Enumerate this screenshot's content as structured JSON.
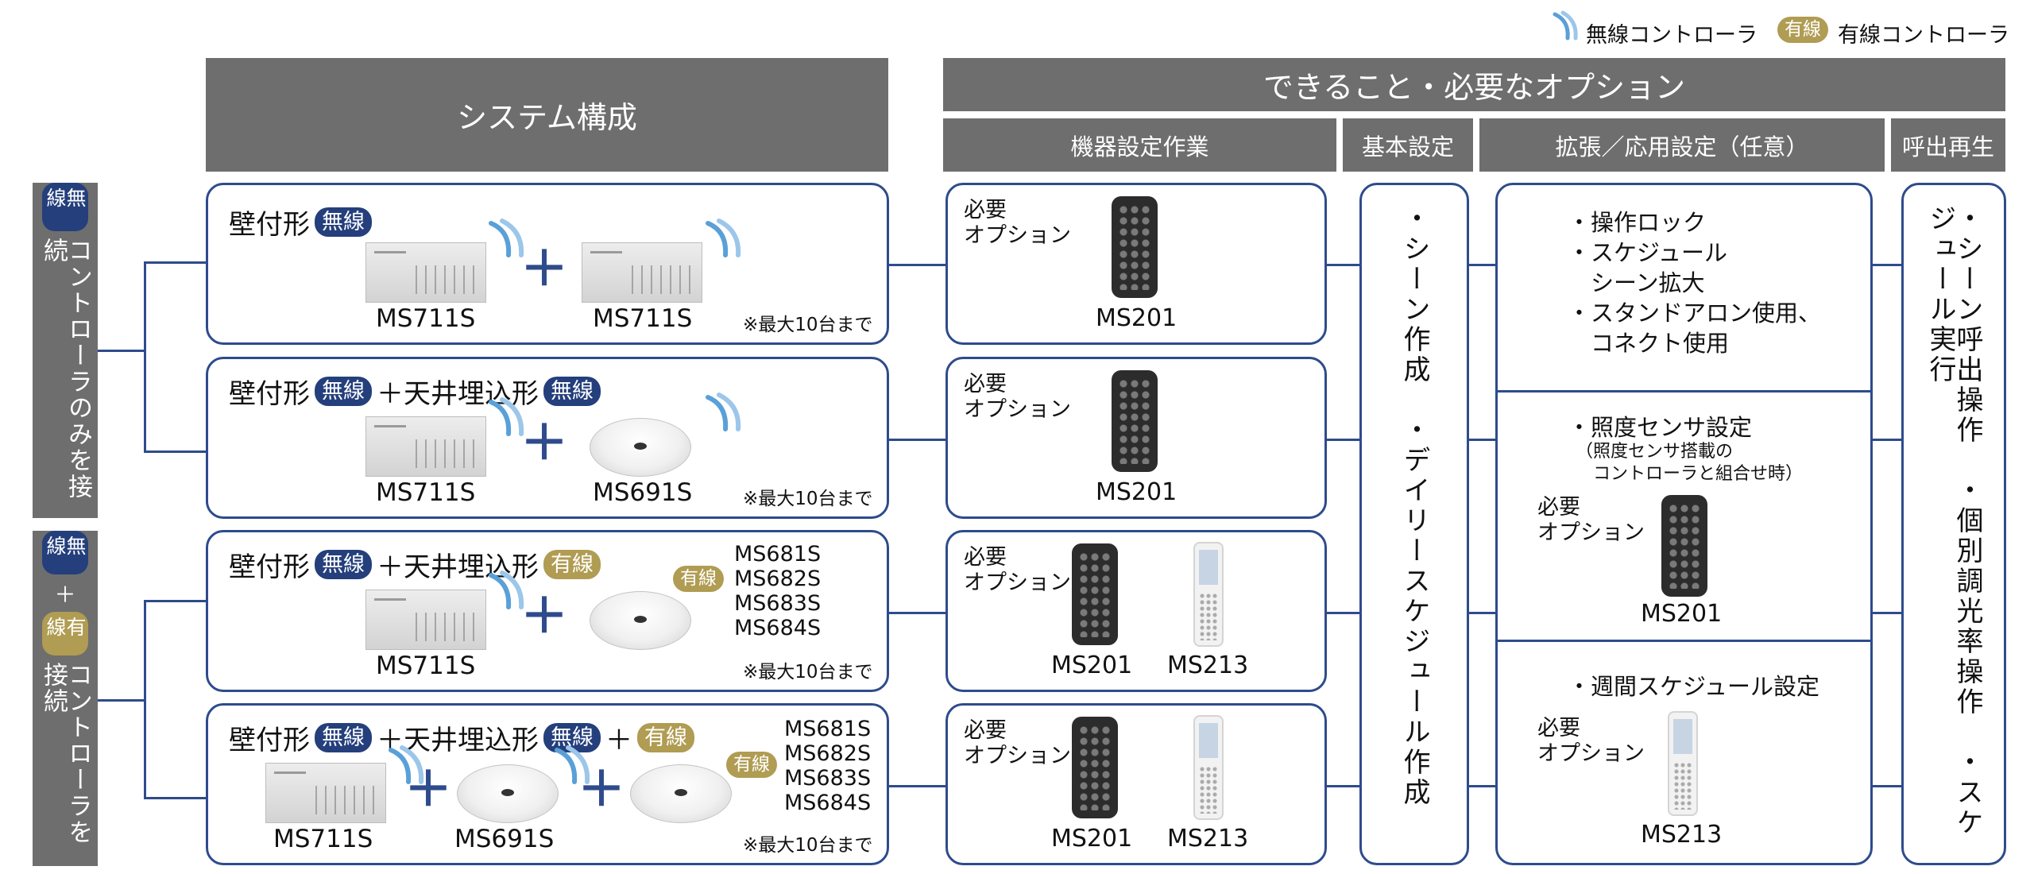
{
  "legend": {
    "wireless_label": "無線コントローラ",
    "wired_badge": "有線",
    "wired_label": "有線コントローラ"
  },
  "headers": {
    "system": "システム構成",
    "capabilities": "できること・必要なオプション",
    "equipment": "機器設定作業",
    "basic": "基本設定",
    "extended": "拡張／応用設定（任意）",
    "playback": "呼出再生"
  },
  "sidebars": {
    "wireless_only": {
      "badge": "無線",
      "text": "コントローラのみを接続"
    },
    "mixed": {
      "badge_wl": "無線",
      "plus": "＋",
      "badge_wd": "有線",
      "text": "コントローラを接続"
    }
  },
  "rows": [
    {
      "title": "壁付形",
      "badge1": "無線",
      "dev1": "MS711S",
      "dev2": "MS711S",
      "note": "※最大10台まで"
    },
    {
      "title": "壁付形",
      "badge1": "無線",
      "title2": "＋天井埋込形",
      "badge2": "無線",
      "dev1": "MS711S",
      "dev2": "MS691S",
      "note": "※最大10台まで"
    },
    {
      "title": "壁付形",
      "badge1": "無線",
      "title2": "＋天井埋込形",
      "badge2": "有線",
      "dev1": "MS711S",
      "wired_badge": "有線",
      "models": [
        "MS681S",
        "MS682S",
        "MS683S",
        "MS684S"
      ],
      "note": "※最大10台まで"
    },
    {
      "title": "壁付形",
      "badge1": "無線",
      "title2": "＋天井埋込形",
      "badge2": "無線",
      "plus": "＋",
      "badge3": "有線",
      "dev1": "MS711S",
      "dev2": "MS691S",
      "wired_badge": "有線",
      "models": [
        "MS681S",
        "MS682S",
        "MS683S",
        "MS684S"
      ],
      "note": "※最大10台まで"
    }
  ],
  "equipment": [
    {
      "opt_line1": "必要",
      "opt_line2": "オプション",
      "remote1": "MS201"
    },
    {
      "opt_line1": "必要",
      "opt_line2": "オプション",
      "remote1": "MS201"
    },
    {
      "opt_line1": "必要",
      "opt_line2": "オプション",
      "remote1": "MS201",
      "remote2": "MS213"
    },
    {
      "opt_line1": "必要",
      "opt_line2": "オプション",
      "remote1": "MS201",
      "remote2": "MS213"
    }
  ],
  "basic": {
    "text": "・シーン作成　・デイリースケジュール作成"
  },
  "extended": {
    "section1": [
      "・操作ロック",
      "・スケジュール",
      "　シーン拡大",
      "・スタンドアロン使用、",
      "　コネクト使用"
    ],
    "section2": {
      "title": "・照度センサ設定",
      "note1": "（照度センサ搭載の",
      "note2": "　コントローラと組合せ時）",
      "opt_line1": "必要",
      "opt_line2": "オプション",
      "remote": "MS201"
    },
    "section3": {
      "title": "・週間スケジュール設定",
      "opt_line1": "必要",
      "opt_line2": "オプション",
      "remote": "MS213"
    }
  },
  "playback": {
    "text": "・シーン呼出操作　・個別調光率操作　・スケジュール実行"
  }
}
